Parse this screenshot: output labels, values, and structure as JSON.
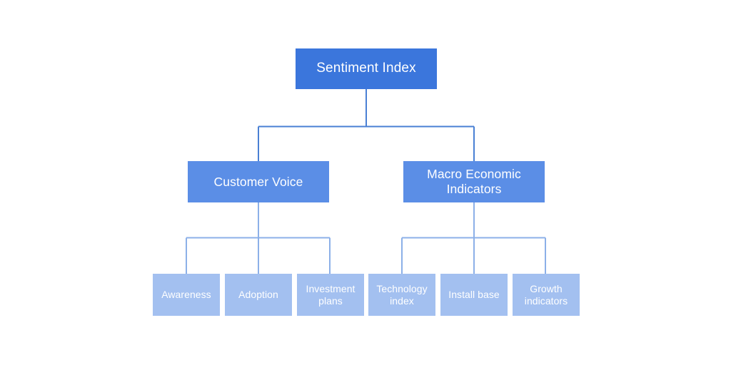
{
  "diagram": {
    "type": "hierarchy-tree",
    "title": "Sentiment Index",
    "background_color": "#ffffff",
    "connector_color": "#4a80d4",
    "levels": {
      "root": {
        "fill": "#3b76dc",
        "text_color": "#ffffff"
      },
      "branch": {
        "fill": "#5b8ee6",
        "text_color": "#ffffff"
      },
      "leaf": {
        "fill": "#a3c0f0",
        "text_color": "#ffffff"
      }
    },
    "root": {
      "label": "Sentiment Index"
    },
    "branches": [
      {
        "label": "Customer Voice",
        "children": [
          {
            "label": "Awareness"
          },
          {
            "label": "Adoption"
          },
          {
            "label": "Investment\nplans"
          }
        ]
      },
      {
        "label": "Macro Economic\nIndicators",
        "children": [
          {
            "label": "Technology\nindex"
          },
          {
            "label": "Install base"
          },
          {
            "label": "Growth\nindicators"
          }
        ]
      }
    ]
  }
}
